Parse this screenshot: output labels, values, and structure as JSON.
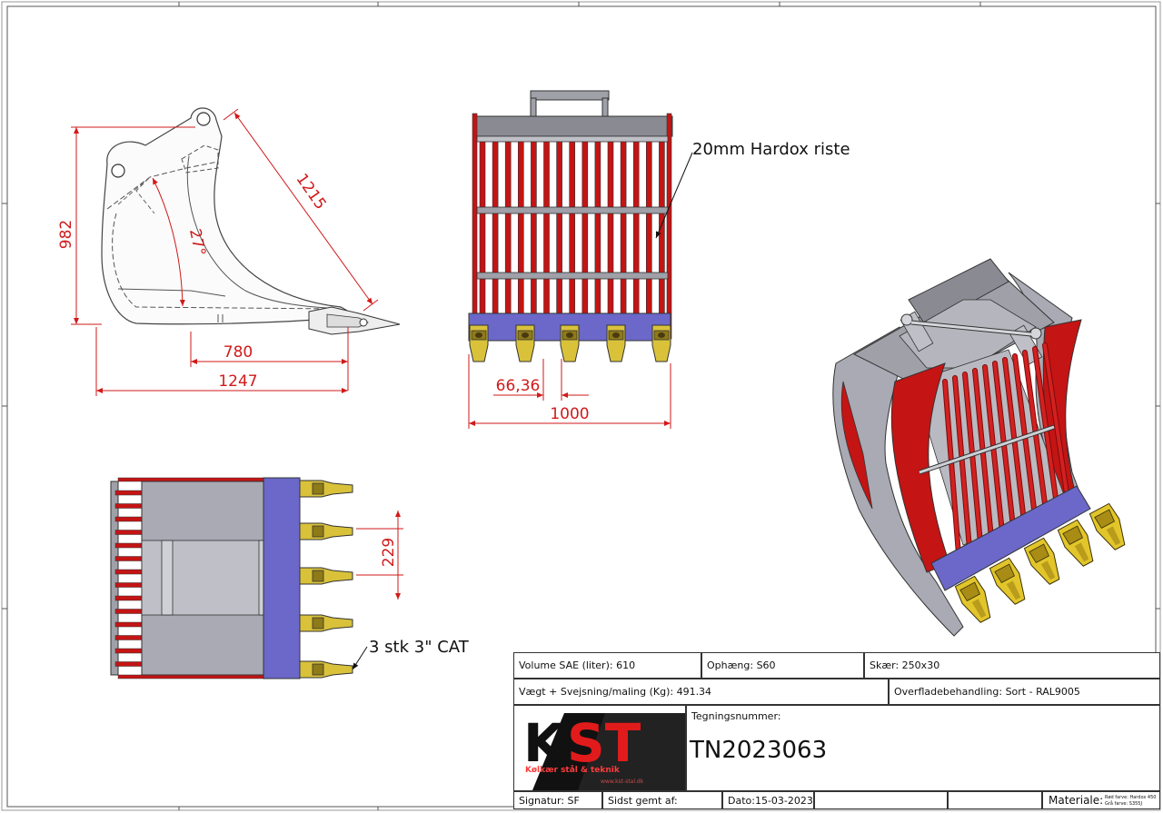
{
  "dimensions": {
    "height_side": "982",
    "diagonal": "1215",
    "angle": "27°",
    "depth_inner": "780",
    "depth_total": "1247",
    "bar_spacing": "66,36",
    "width": "1000",
    "tooth_spacing": "229"
  },
  "callouts": {
    "grate": "20mm Hardox riste",
    "teeth": "3 stk 3\" CAT"
  },
  "title_block": {
    "volume": "Volume SAE (liter): 610",
    "ophaeng": "Ophæng: S60",
    "skaer": "Skær:  250x30",
    "weight": "Vægt + Svejsning/maling (Kg):  491.34",
    "surface": "Overfladebehandling: Sort - RAL9005",
    "drawing_no_label": "Tegningsnummer:",
    "drawing_no": "TN2023063",
    "signature": "Signatur: SF",
    "saved_by": "Sidst gemt af:",
    "date": "Dato:15-03-2023",
    "material_label": "Materiale:",
    "material_note_1": "Rød farve: Hardox 450",
    "material_note_2": "Grå farve: S355J"
  },
  "logo": {
    "k": "K",
    "st": "ST",
    "company": "Kølkær stål & teknik",
    "url": "www.kst-stal.dk"
  },
  "colors": {
    "dimension": "#d11a1a",
    "hardox_red": "#c41414",
    "steel_grey": "#a9aab3",
    "tooth_yellow": "#d9c23a",
    "edge_blue": "#6b68c9"
  }
}
